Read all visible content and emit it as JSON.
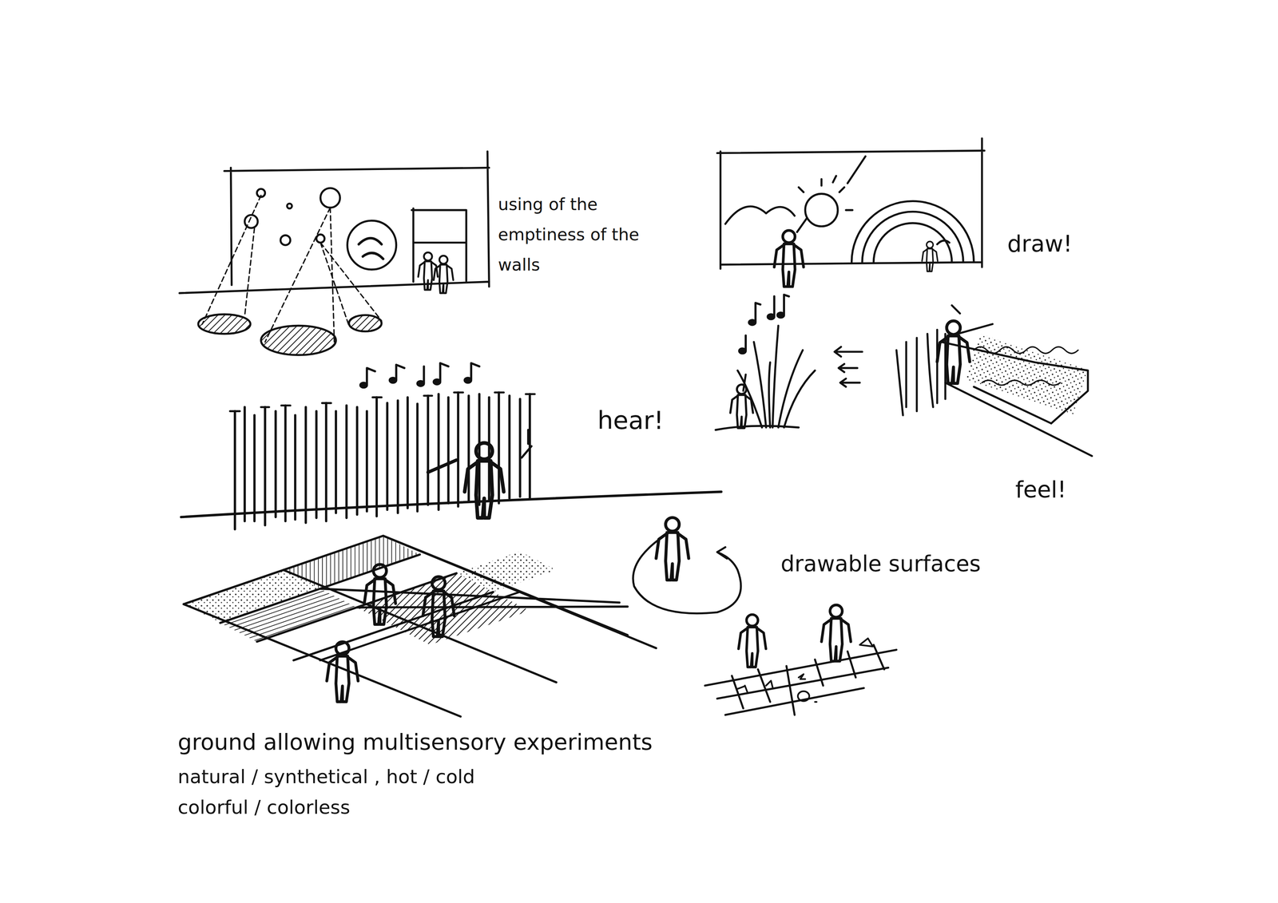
{
  "diagram": {
    "labels": [
      "using of the emptiness of the walls",
      "draw!",
      "hear!",
      "feel!",
      "drawable surfaces",
      "ground allowing multisensory experiments",
      "natural / synthetical , hot / cold",
      "colorful / colorless"
    ]
  }
}
